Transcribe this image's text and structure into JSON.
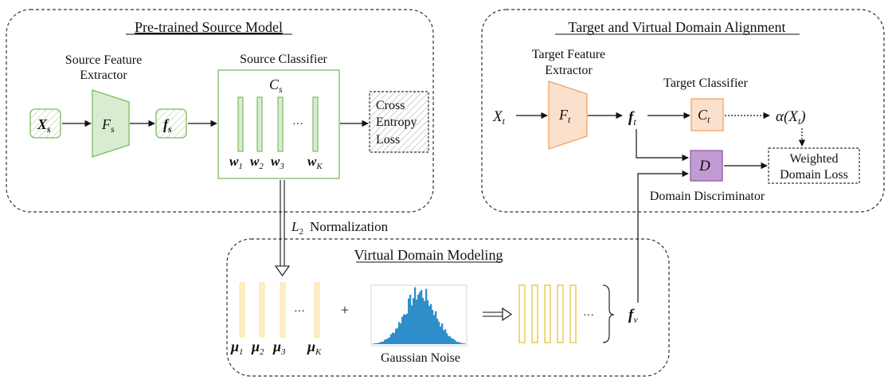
{
  "panels": {
    "source": "Pre-trained Source Model",
    "alignment": "Target and Virtual Domain Alignment",
    "virtual": "Virtual Domain Modeling"
  },
  "source": {
    "feature_extractor_label_line1": "Source Feature",
    "feature_extractor_label_line2": "Extractor",
    "classifier_label": "Source Classifier",
    "input": "X",
    "input_sub": "s",
    "extractor": "F",
    "extractor_sub": "s",
    "feature": "f",
    "feature_sub": "s",
    "classifier": "C",
    "classifier_sub": "s",
    "ellipsis": "···",
    "w_symbol": "w",
    "w_subs": [
      "1",
      "2",
      "3",
      "K"
    ],
    "loss_line1": "Cross",
    "loss_line2": "Entropy",
    "loss_line3": "Loss"
  },
  "target": {
    "feature_extractor_label_line1": "Target Feature",
    "feature_extractor_label_line2": "Extractor",
    "classifier_label": "Target Classifier",
    "input": "X",
    "input_sub": "t",
    "extractor": "F",
    "extractor_sub": "t",
    "feature": "f",
    "feature_sub": "t",
    "classifier": "C",
    "classifier_sub": "t",
    "alpha": "α(X",
    "alpha_sub": "t",
    "alpha_close": ")",
    "discriminator": "D",
    "discriminator_label": "Domain Discriminator",
    "weighted_loss_line1": "Weighted",
    "weighted_loss_line2": "Domain Loss"
  },
  "normalization": {
    "symbol": "L",
    "sub": "2",
    "text": "Normalization"
  },
  "virtual": {
    "mu_symbol": "μ",
    "mu_subs": [
      "1",
      "2",
      "3",
      "K"
    ],
    "ellipsis": "···",
    "plus": "+",
    "noise_label": "Gaussian Noise",
    "output": "f",
    "output_sub": "v",
    "output_ellipsis": "···"
  },
  "colors": {
    "green_fill": "#d9ecd0",
    "green_stroke": "#7dbb62",
    "orange_fill": "#fbe0cc",
    "orange_stroke": "#f0a46a",
    "purple_fill": "#c39bd3",
    "purple_stroke": "#8e5ba8",
    "yellow_stroke": "#e8c43a",
    "pale_yellow": "#fdf0c4",
    "histogram": "#2f8ec9"
  }
}
